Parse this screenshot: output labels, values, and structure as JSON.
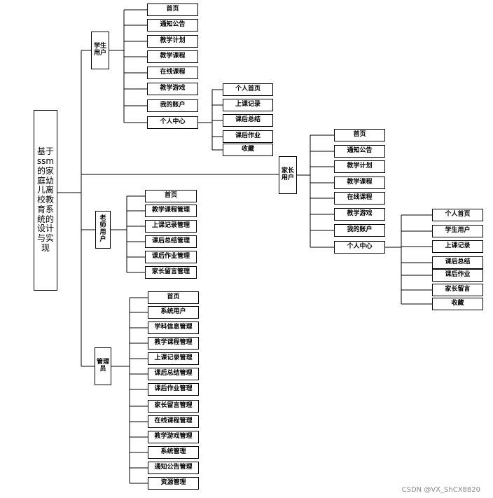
{
  "root": "基于ssm的家庭幼儿离校教育系统的设计与实现",
  "watermark": "CSDN @VX_ShCX8820",
  "branches": [
    {
      "label": "学生用户",
      "items": [
        "首页",
        "通知公告",
        "教学计划",
        "教学课程",
        "在线课程",
        "教学游戏",
        "我的账户",
        "个人中心"
      ],
      "sub": [
        "个人首页",
        "上课记录",
        "课后总结",
        "课后作业",
        "收藏"
      ]
    },
    {
      "label": "家长用户",
      "items": [
        "首页",
        "通知公告",
        "教学计划",
        "教学课程",
        "在线课程",
        "教学游戏",
        "我的账户",
        "个人中心"
      ],
      "sub": [
        "个人首页",
        "学生用户",
        "上课记录",
        "课后总结",
        "课后作业",
        "家长留言",
        "收藏"
      ]
    },
    {
      "label": "老师用户",
      "items": [
        "首页",
        "教学课程管理",
        "上课记录管理",
        "课后总结管理",
        "课后作业管理",
        "家长留言管理"
      ]
    },
    {
      "label": "管理员",
      "items": [
        "首页",
        "系统用户",
        "学科信息管理",
        "教学课程管理",
        "上课记录管理",
        "课后总结管理",
        "课后作业管理",
        "家长留言管理",
        "在线课程管理",
        "教学游戏管理",
        "系统管理",
        "通知公告管理",
        "资源管理"
      ]
    }
  ]
}
